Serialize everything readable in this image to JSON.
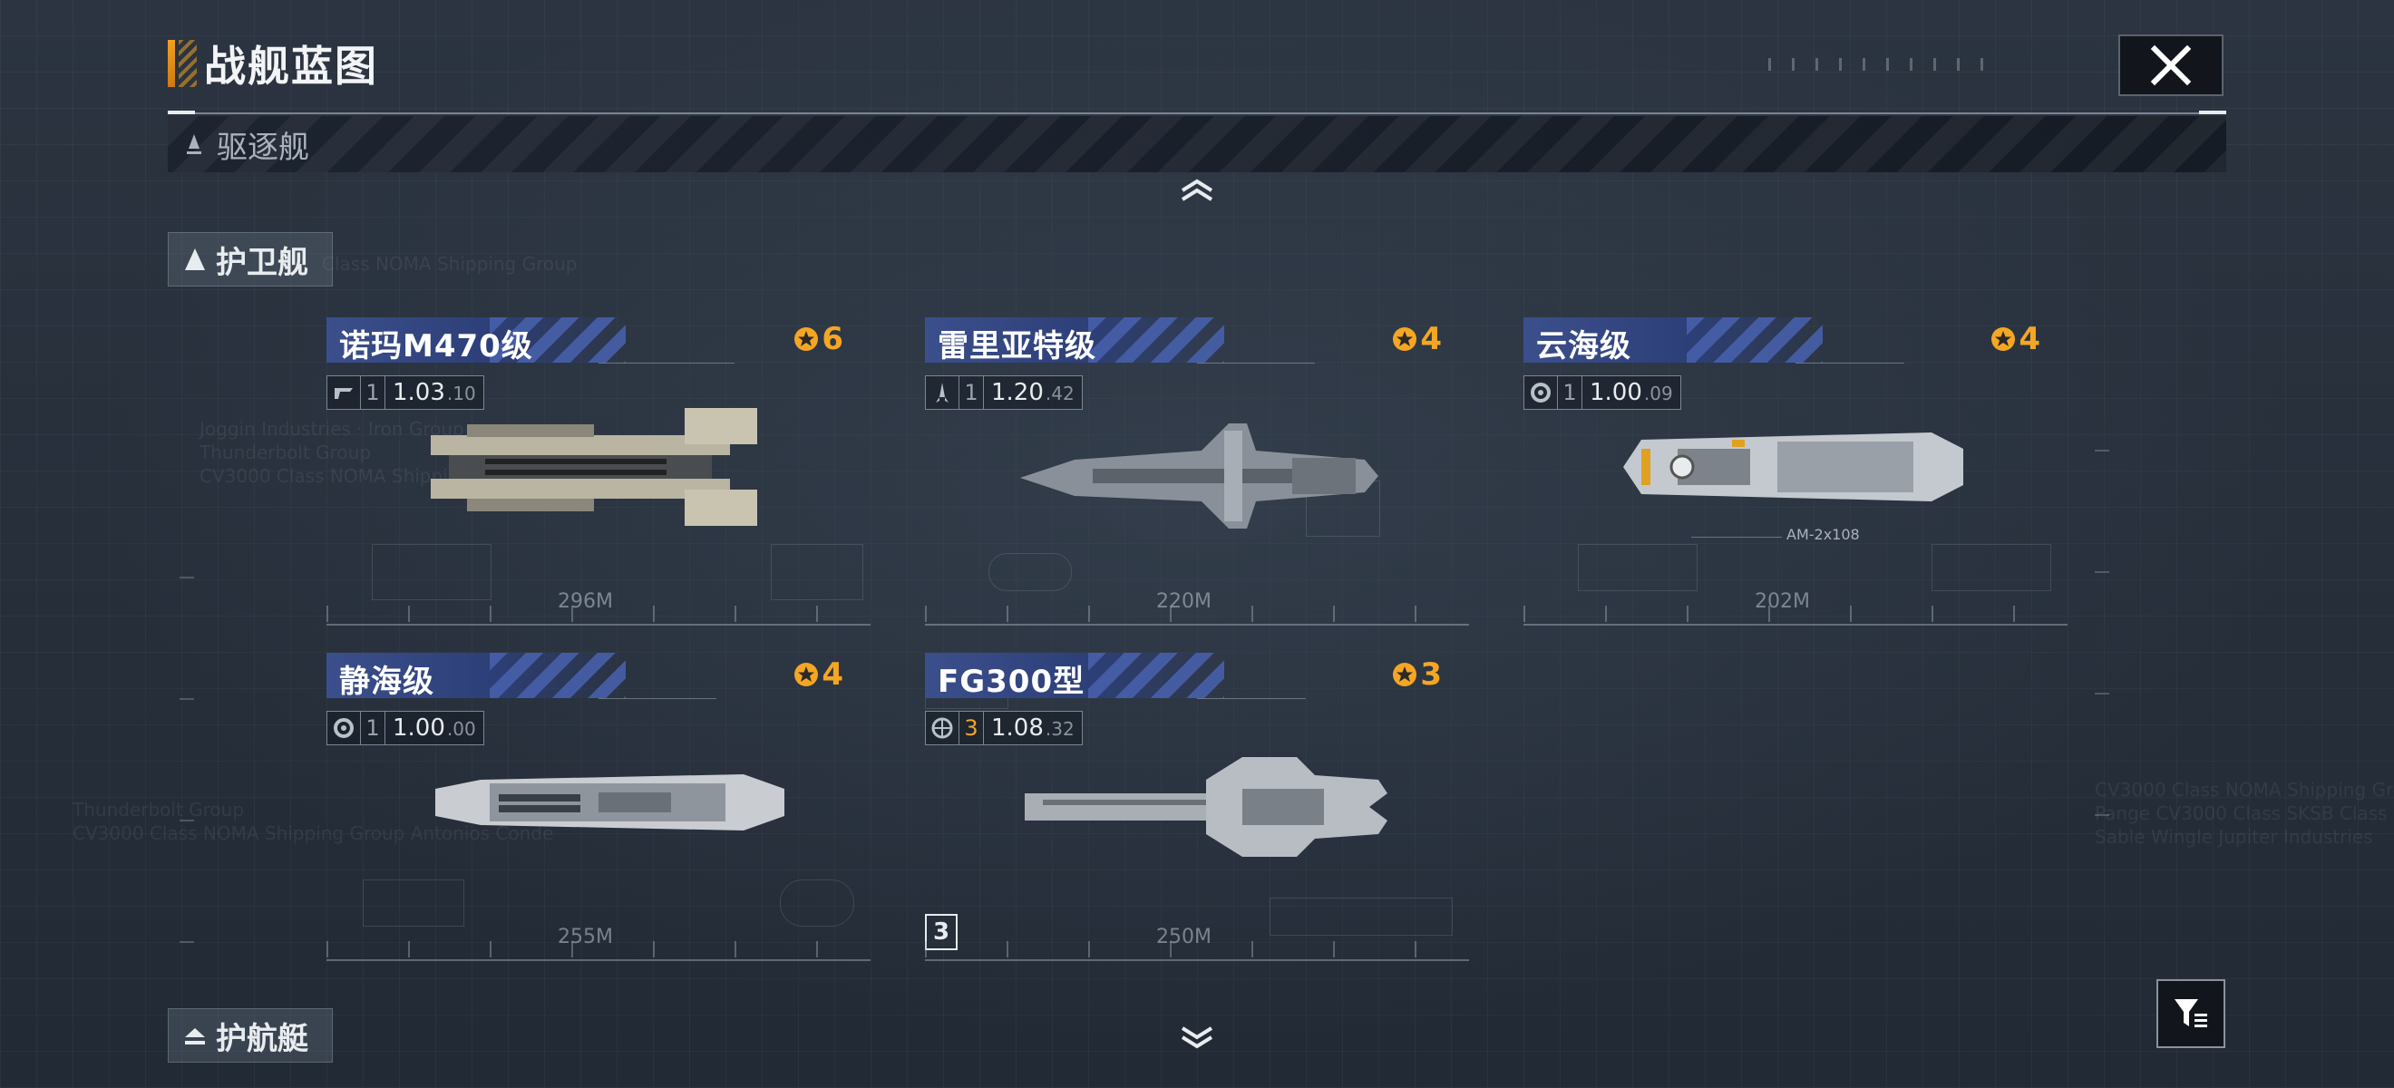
{
  "header": {
    "title": "战舰蓝图",
    "close_icon": "close-icon"
  },
  "section": {
    "label": "驱逐舰",
    "icon": "destroyer-icon"
  },
  "categories": [
    {
      "label": "护卫舰",
      "icon": "frigate-icon"
    },
    {
      "label": "护航艇",
      "icon": "corvette-icon"
    }
  ],
  "ships": [
    {
      "name": "诺玛M470级",
      "rank": "6",
      "count": "1",
      "stat_main": "1.03",
      "stat_sub": ".10",
      "length": "296M",
      "manufacturer_icon": "nomad-logo-icon"
    },
    {
      "name": "雷里亚特级",
      "rank": "4",
      "count": "1",
      "stat_main": "1.20",
      "stat_sub": ".42",
      "length": "220M",
      "manufacturer_icon": "rocket-logo-icon"
    },
    {
      "name": "云海级",
      "rank": "4",
      "count": "1",
      "stat_main": "1.00",
      "stat_sub": ".09",
      "length": "202M",
      "manufacturer_icon": "gear-logo-icon",
      "annotation": "AM-2x108"
    },
    {
      "name": "静海级",
      "rank": "4",
      "count": "1",
      "stat_main": "1.00",
      "stat_sub": ".00",
      "length": "255M",
      "manufacturer_icon": "gear-logo-icon"
    },
    {
      "name": "FG300型",
      "rank": "3",
      "count": "3",
      "stat_main": "1.08",
      "stat_sub": ".32",
      "length": "250M",
      "manufacturer_icon": "globe-logo-icon",
      "badge": "3"
    }
  ],
  "colors": {
    "accent_orange": "#f5a623",
    "name_bar_blue": "#3b4f8c",
    "background": "#27303b"
  }
}
